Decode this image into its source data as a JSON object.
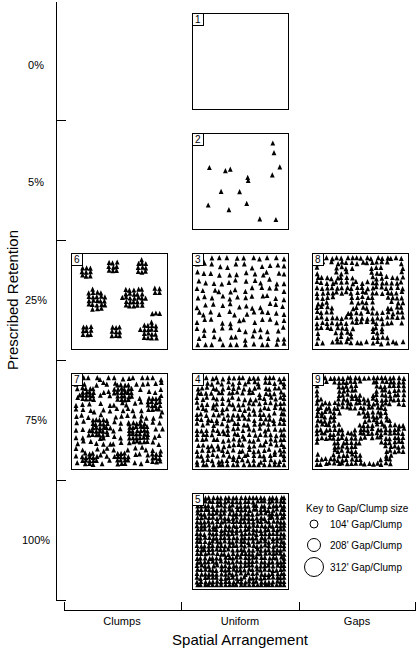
{
  "diagram": {
    "nodes": [
      {
        "text": [
          "1"
        ]
      },
      {
        "text": [
          "2"
        ]
      },
      {
        "text": [
          "6"
        ]
      },
      {
        "text": [
          "3"
        ]
      },
      {
        "text": [
          "8"
        ]
      },
      {
        "text": [
          "7"
        ]
      },
      {
        "text": [
          "4"
        ]
      },
      {
        "text": [
          "9"
        ]
      },
      {
        "text": [
          "5"
        ]
      }
    ],
    "labels": [
      "Prescribed Retention",
      "0%",
      "5%",
      "25%",
      "75%",
      "100%",
      "Clumps",
      "Uniform",
      "Gaps",
      "Spatial Arrangement",
      "Key to Gap/Clump size"
    ],
    "legend": [
      {
        "text": "104' Gap/Clump"
      },
      {
        "text": "208' Gap/Clump"
      },
      {
        "text": "312' Gap/Clump"
      }
    ]
  }
}
